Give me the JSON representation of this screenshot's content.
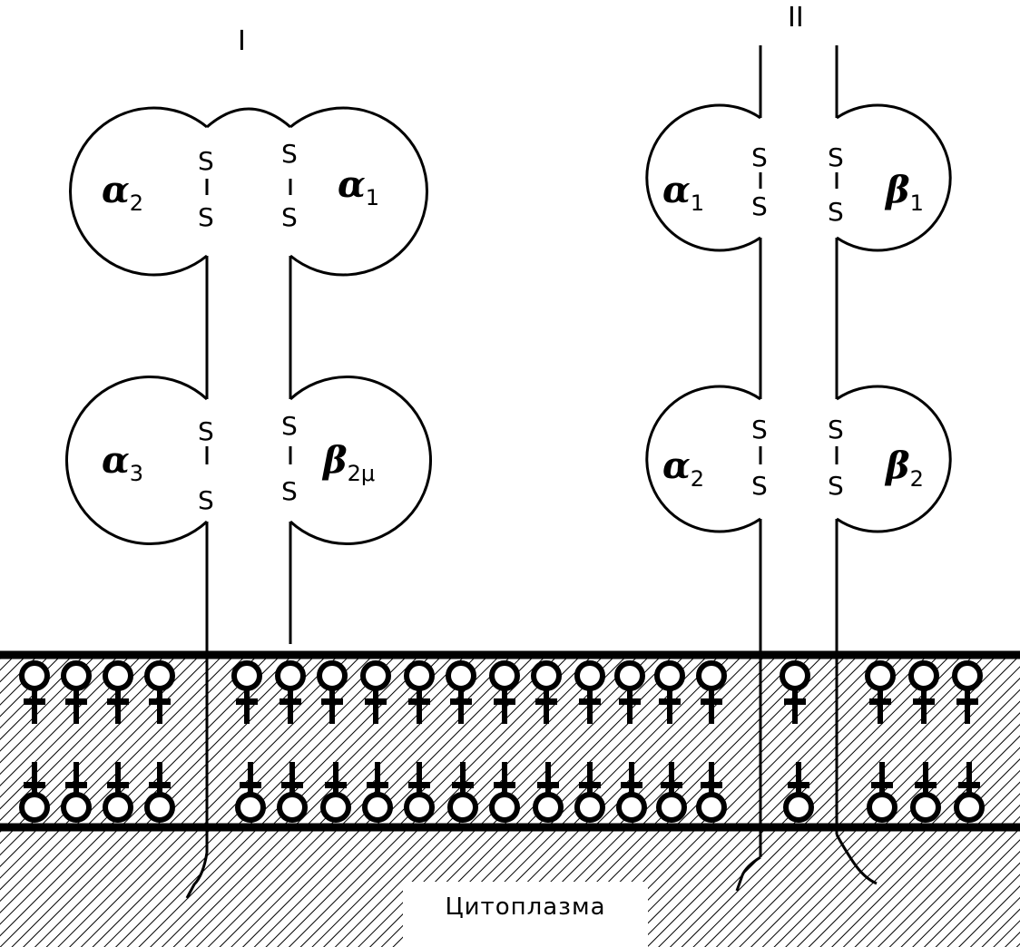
{
  "labels": {
    "class_one": "I",
    "class_two": "II",
    "cytoplasm": "Цитоплазма",
    "sulfur": "S"
  },
  "domains": {
    "i_a2": {
      "letter": "α",
      "sub": "2"
    },
    "i_a1": {
      "letter": "α",
      "sub": "1"
    },
    "i_a3": {
      "letter": "α",
      "sub": "3"
    },
    "i_b2m": {
      "letter": "β",
      "sub": "2μ"
    },
    "ii_a1": {
      "letter": "α",
      "sub": "1"
    },
    "ii_b1": {
      "letter": "β",
      "sub": "1"
    },
    "ii_a2": {
      "letter": "α",
      "sub": "2"
    },
    "ii_b2": {
      "letter": "β",
      "sub": "2"
    }
  }
}
